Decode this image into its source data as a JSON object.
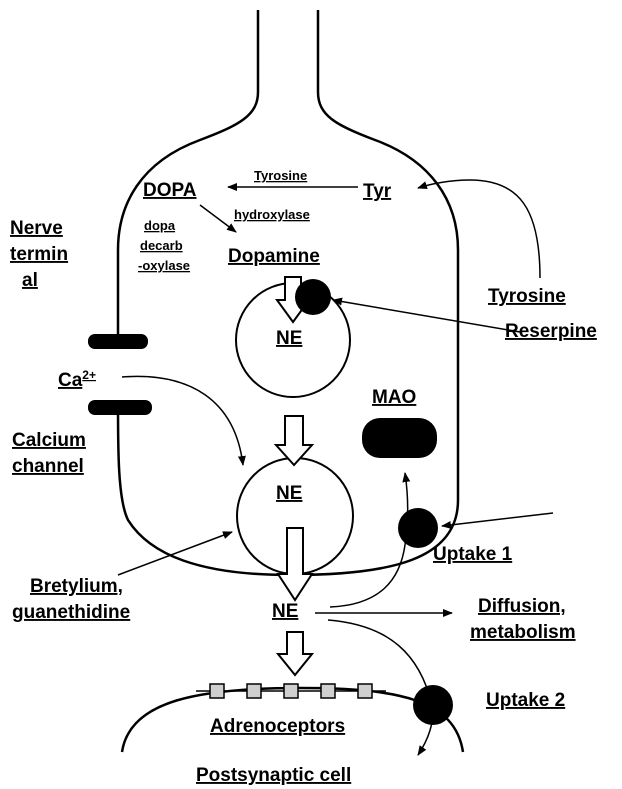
{
  "labels": {
    "tyrosine_hydroxylase_1": "Tyrosine",
    "tyrosine_hydroxylase_2": "hydroxylase",
    "dopa": "DOPA",
    "tyr": "Tyr",
    "dopa_decarb_1": "dopa",
    "dopa_decarb_2": "decarb",
    "dopa_decarb_3": "-oxylase",
    "dopamine": "Dopamine",
    "nerve_terminal_1": "Nerve",
    "nerve_terminal_2": "termin",
    "nerve_terminal_3": "al",
    "tyrosine": "Tyrosine",
    "reserpine": "Reserpine",
    "ne_vesicle_top": "NE",
    "ca": "Ca",
    "ca_sup": "2+",
    "mao": "MAO",
    "calcium_channel_1": "Calcium",
    "calcium_channel_2": "channel",
    "ne_vesicle_bottom": "NE",
    "uptake1": "Uptake 1",
    "bretylium_1": "Bretylium,",
    "bretylium_2": "guanethidine",
    "ne_synapse": "NE",
    "diffusion_1": "Diffusion,",
    "diffusion_2": "metabolism",
    "uptake2": "Uptake 2",
    "adrenoceptors": "Adrenoceptors",
    "postsynaptic": "Postsynaptic cell"
  }
}
